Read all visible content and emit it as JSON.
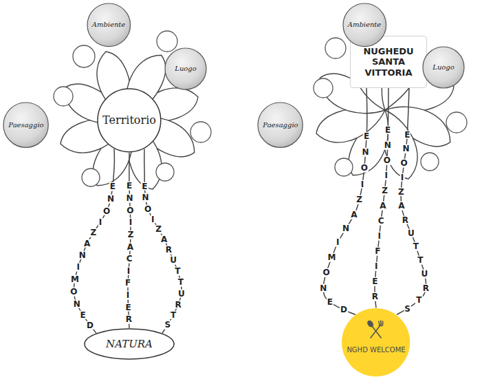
{
  "diagram": {
    "nodes": [
      {
        "text": [
          "Territorio"
        ]
      },
      {
        "text": [
          "Ambiente"
        ]
      },
      {
        "text": [
          "Luogo"
        ]
      },
      {
        "text": [
          "Paesaggio"
        ]
      },
      {
        "text": [
          "NATURA"
        ]
      },
      {
        "text": [
          "NUGHEDU SANTA VITTORIA"
        ]
      },
      {
        "text": [
          "Ambiente"
        ]
      },
      {
        "text": [
          "Luogo"
        ]
      },
      {
        "text": [
          "Paesaggio"
        ]
      },
      {
        "text": [
          "NGHD WELCOME"
        ]
      }
    ],
    "edges": [
      {
        "from": 4,
        "to": 0,
        "arrow": "none",
        "label": "DENOMINAZIONE"
      },
      {
        "from": 4,
        "to": 0,
        "arrow": "none",
        "label": "REIFICAZIONE"
      },
      {
        "from": 4,
        "to": 0,
        "arrow": "none",
        "label": "STRUTTURAZIONE"
      },
      {
        "from": 9,
        "to": 5,
        "arrow": "none",
        "label": "DENOMINAZIONE"
      },
      {
        "from": 9,
        "to": 5,
        "arrow": "none",
        "label": "REIFICAZIONE"
      },
      {
        "from": 9,
        "to": 5,
        "arrow": "none",
        "label": "STRUTTURAZIONE"
      }
    ]
  }
}
